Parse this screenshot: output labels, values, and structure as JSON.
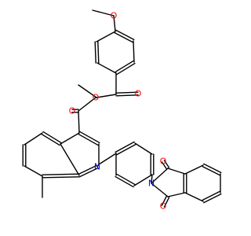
{
  "molecule": {
    "atom_labels": {
      "methoxy_oxygen": "O",
      "ketone_oxygen": "O",
      "ester_carbonyl_oxygen": "O",
      "ester_oxygen": "O",
      "quinoline_nitrogen": "N",
      "imide_nitrogen": "N",
      "imide_oxygen_top": "O",
      "imide_oxygen_bottom": "O"
    },
    "colors": {
      "bond": "#000000",
      "oxygen": "#ff0000",
      "nitrogen": "#0000ff",
      "background": "#ffffff"
    }
  }
}
